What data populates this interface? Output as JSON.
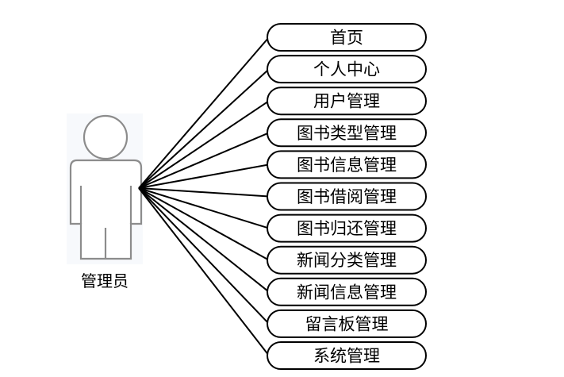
{
  "actor": {
    "label": "管理员"
  },
  "use_cases": [
    {
      "label": "首页"
    },
    {
      "label": "个人中心"
    },
    {
      "label": "用户管理"
    },
    {
      "label": "图书类型管理"
    },
    {
      "label": "图书信息管理"
    },
    {
      "label": "图书借阅管理"
    },
    {
      "label": "图书归还管理"
    },
    {
      "label": "新闻分类管理"
    },
    {
      "label": "新闻信息管理"
    },
    {
      "label": "留言板管理"
    },
    {
      "label": "系统管理"
    }
  ],
  "colors": {
    "line": "#000000",
    "actor_outline": "#8c8c8c",
    "actor_panel": "#f7f9fc",
    "background": "#ffffff"
  }
}
